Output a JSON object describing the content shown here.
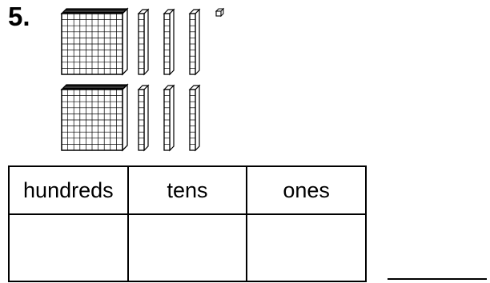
{
  "problem": {
    "number": "5."
  },
  "place_value_blocks": {
    "hundreds": 2,
    "tens": 6,
    "ones": 1
  },
  "table": {
    "headers": [
      "hundreds",
      "tens",
      "ones"
    ],
    "answers": [
      "",
      "",
      ""
    ]
  },
  "colors": {
    "ink": "#000000",
    "paper": "#ffffff"
  }
}
